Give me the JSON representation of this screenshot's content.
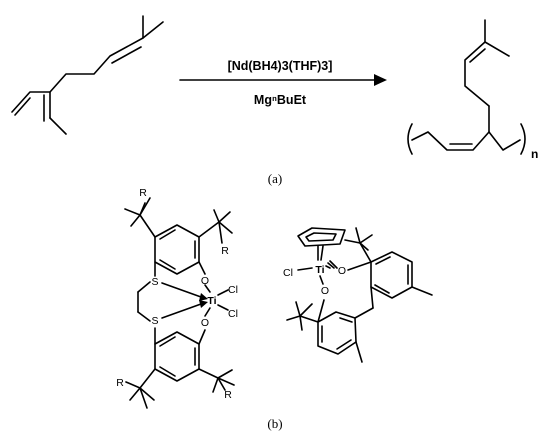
{
  "reaction": {
    "catalyst": "[Nd(BH4)3(THF)3]",
    "cocatalyst": "MgⁿBuEt",
    "repeat_unit": "n"
  },
  "panels": {
    "a": "(a)",
    "b": "(b)"
  },
  "complex1": {
    "metal": "Ti",
    "chloride_1": "Cl",
    "chloride_2": "Cl",
    "sulfur_1": "S",
    "sulfur_2": "S",
    "oxygen_1": "O",
    "oxygen_2": "O",
    "r_group": "R"
  },
  "complex2": {
    "metal": "Ti",
    "chloride": "Cl",
    "oxygen_1": "O",
    "oxygen_2": "O"
  }
}
